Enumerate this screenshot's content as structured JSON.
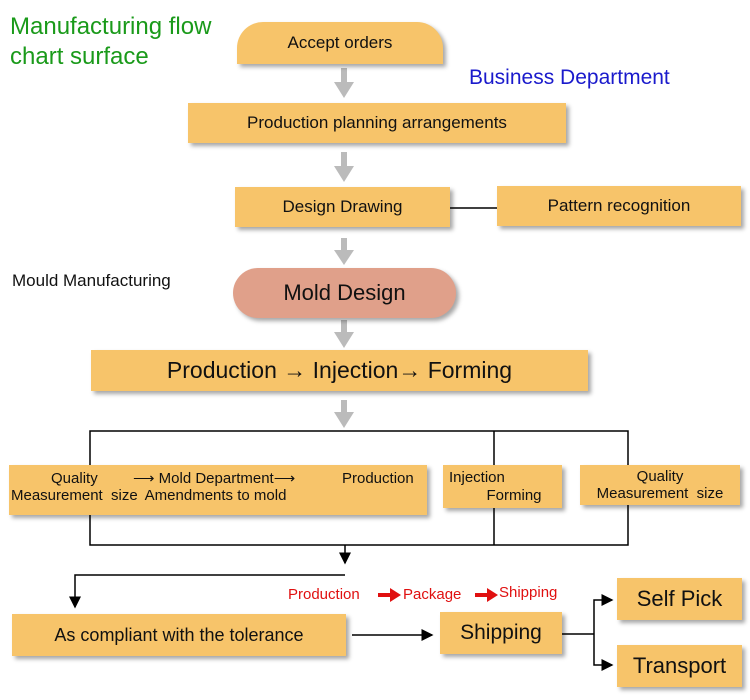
{
  "title": "Manufacturing flow\nchart surface",
  "labels": {
    "business_department": "Business Department",
    "mould_manufacturing": "Mould Manufacturing"
  },
  "nodes": {
    "accept_orders": "Accept orders",
    "production_planning": "Production planning arrangements",
    "design_drawing": "Design Drawing",
    "pattern_recognition": "Pattern recognition",
    "mold_design": "Mold Design",
    "production_injection_forming": "Production → Injection→ Forming",
    "quality_mold_dept": {
      "part1": "Quality\nMeasurement  size",
      "part2": "⟶ Mold Department⟶\n   Amendments to mold",
      "part3": "Production"
    },
    "injection_forming": "Injection\n         Forming",
    "quality_measurement_size": "Quality\nMeasurement  size",
    "as_compliant": "As compliant with the tolerance",
    "shipping": "Shipping",
    "self_pick": "Self Pick",
    "transport": "Transport"
  },
  "shipping_flow": {
    "production": "Production",
    "package": "Package",
    "shipping": "Shipping"
  },
  "colors": {
    "box_fill": "#f7c46a",
    "mold_design_fill": "#e0a08a",
    "title_green": "#1a9a1a",
    "business_blue": "#1a1acc",
    "arrow_gray": "#bbbbbb",
    "red": "#e01010"
  }
}
